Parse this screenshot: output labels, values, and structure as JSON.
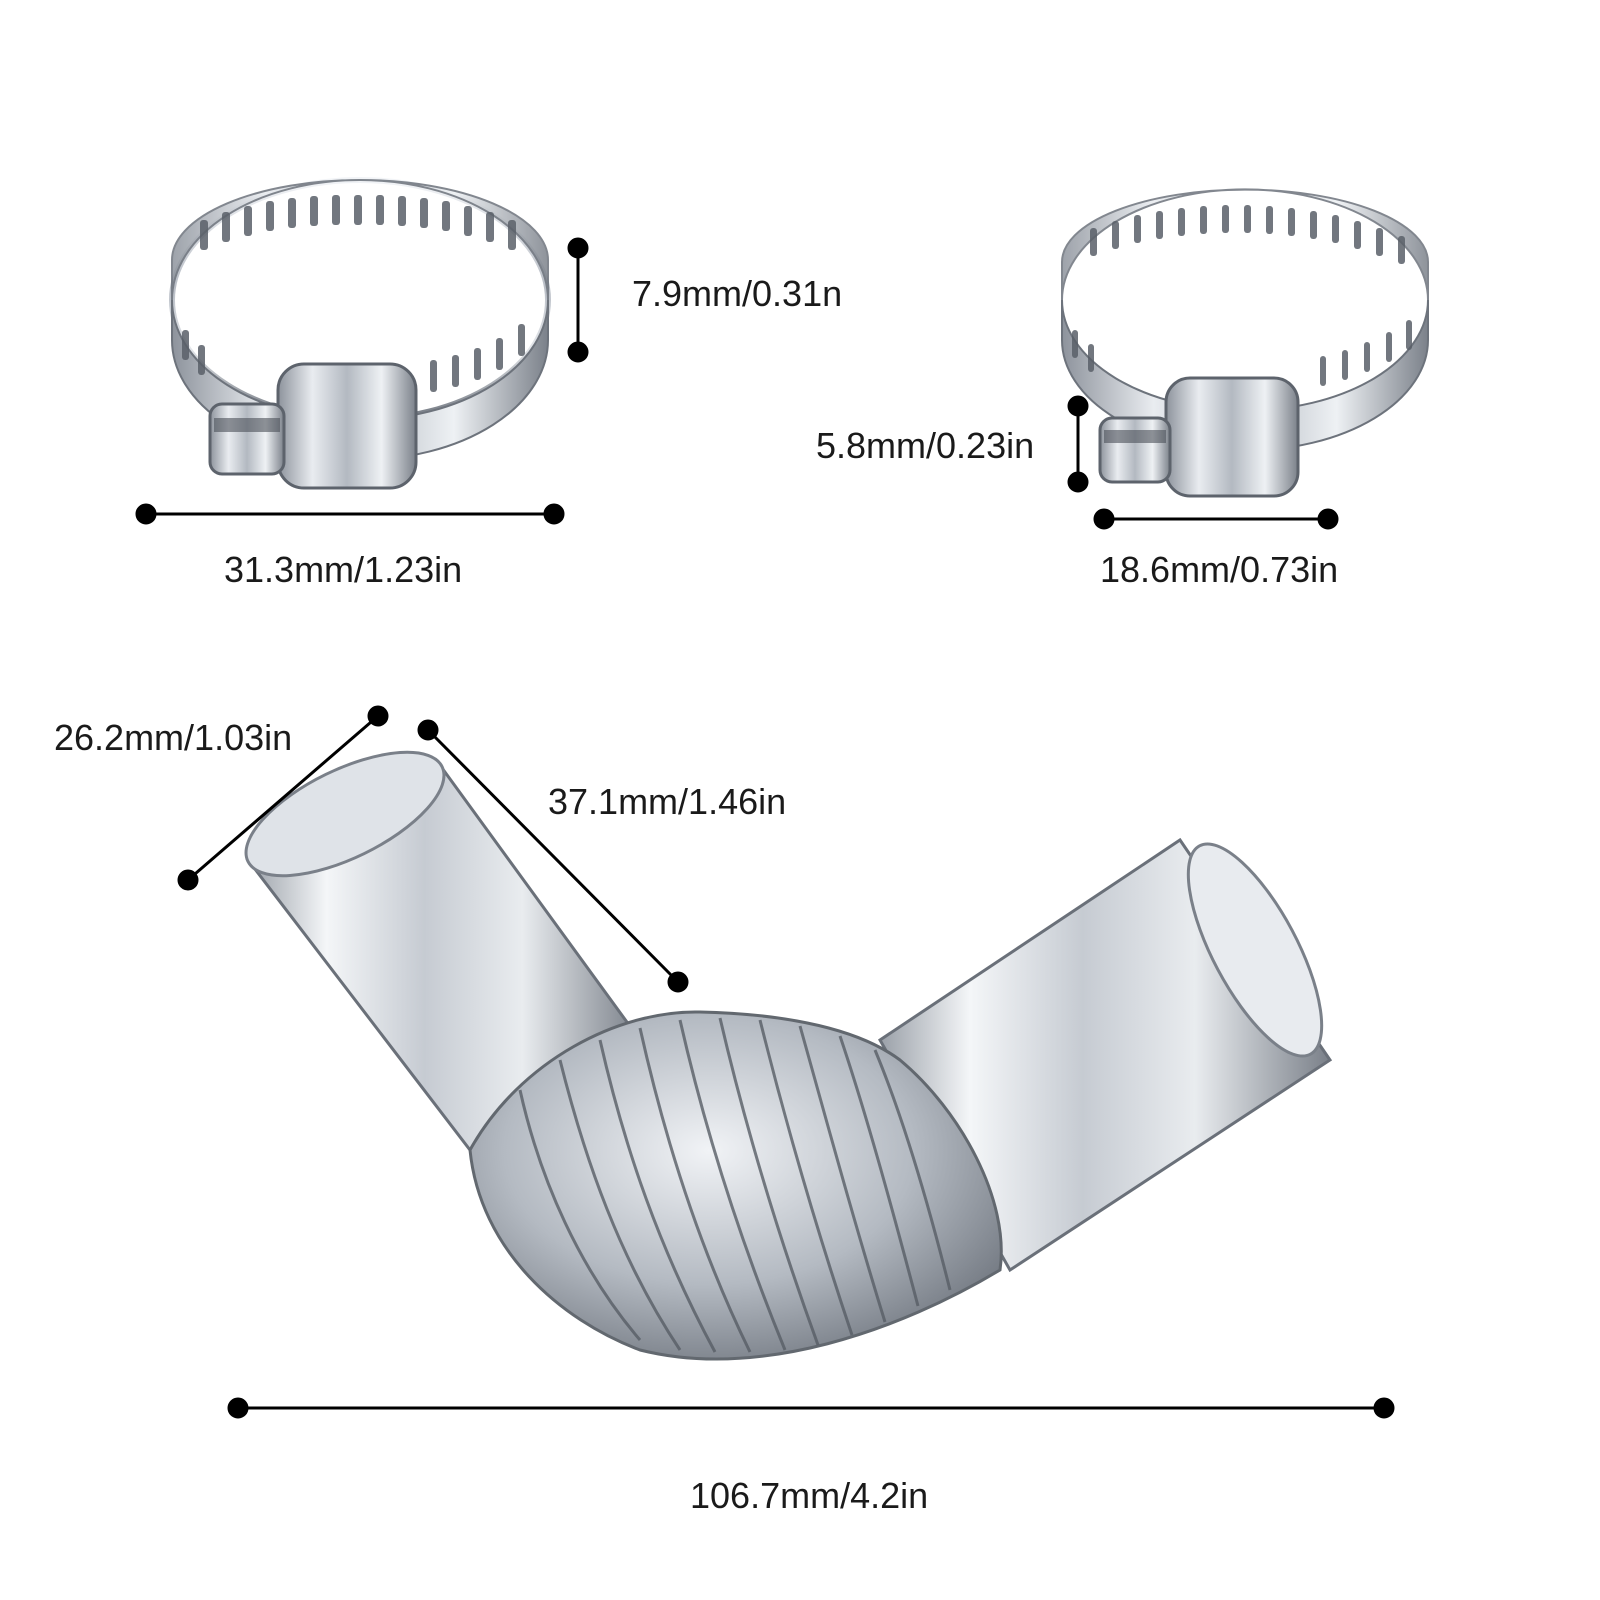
{
  "dimensions": {
    "clamp_large_height": "7.9mm/0.31n",
    "clamp_large_diameter": "31.3mm/1.23in",
    "clamp_small_height": "5.8mm/0.23in",
    "clamp_small_diameter": "18.6mm/0.73in",
    "elbow_outer_diameter": "26.2mm/1.03in",
    "elbow_pipe_length": "37.1mm/1.46in",
    "elbow_total_width": "106.7mm/4.2in"
  },
  "colors": {
    "background": "#ffffff",
    "dimension_line": "#000000",
    "label_text": "#1a1a1a",
    "steel_light": "#e6e9ee",
    "steel_mid": "#a7adb6",
    "steel_dark": "#5f656e"
  }
}
